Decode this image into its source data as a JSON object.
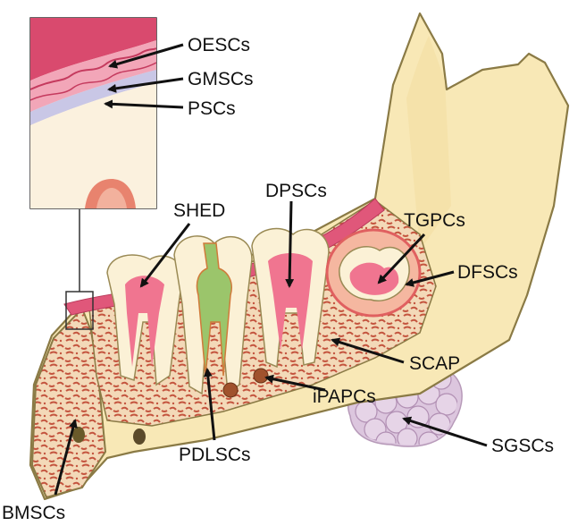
{
  "labels": {
    "oescs": "OESCs",
    "gmscs": "GMSCs",
    "pscs": "PSCs",
    "shed": "SHED",
    "dpscs": "DPSCs",
    "tgpcs": "TGPCs",
    "dfscs": "DFSCs",
    "scap": "SCAP",
    "ipapcs": "iPAPCs",
    "pdlscs": "PDLSCs",
    "sgscs": "SGSCs",
    "bmscs": "BMSCs"
  },
  "colors": {
    "bone": "#f8e8b6",
    "bone_outline": "#8a7a45",
    "gum": "#e0577a",
    "pulp": "#f07590",
    "enamel": "#fbf1d6",
    "marrow": "#c9654d",
    "root_canal": "#9bc56b",
    "gland": "#d9c4dc",
    "arrow": "#111111"
  }
}
